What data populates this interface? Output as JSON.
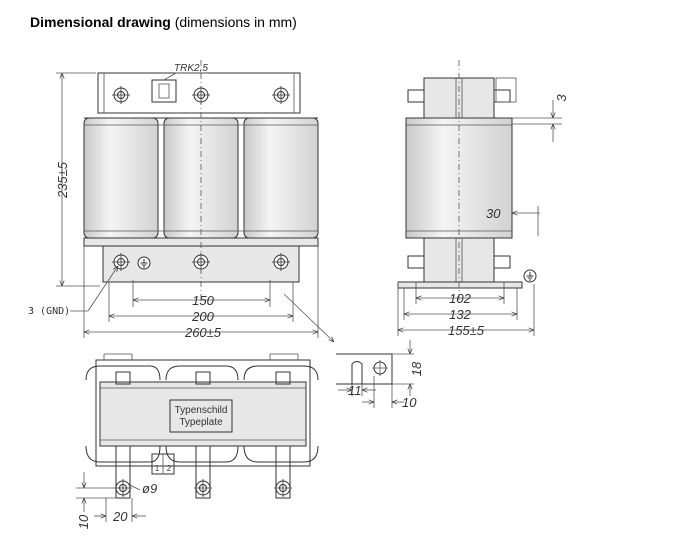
{
  "heading": {
    "title_bold": "Dimensional drawing",
    "title_rest": " (dimensions in mm)"
  },
  "front_view": {
    "terminal_label": "TRK2,5",
    "height_dim": "235±5",
    "hole_spacing_dim": "150",
    "base_hole_dim": "200",
    "overall_width_dim": "260±5",
    "gnd_callout": "3 (GND)"
  },
  "side_view": {
    "offset_dim": "3",
    "bracket_dim": "30",
    "depth_dim_1": "102",
    "depth_dim_2": "132",
    "depth_dim_3": "155±5"
  },
  "detail_view": {
    "slot_height_dim": "18",
    "slot_width_dim": "11",
    "edge_dim": "10"
  },
  "top_view": {
    "typeplate_line1": "Typenschild",
    "typeplate_line2": "Typeplate",
    "hole_dia_dim": "ø9",
    "edge_offset_dim": "10",
    "terminal_width_dim": "20",
    "terminal_numbers": [
      "1",
      "2"
    ]
  }
}
